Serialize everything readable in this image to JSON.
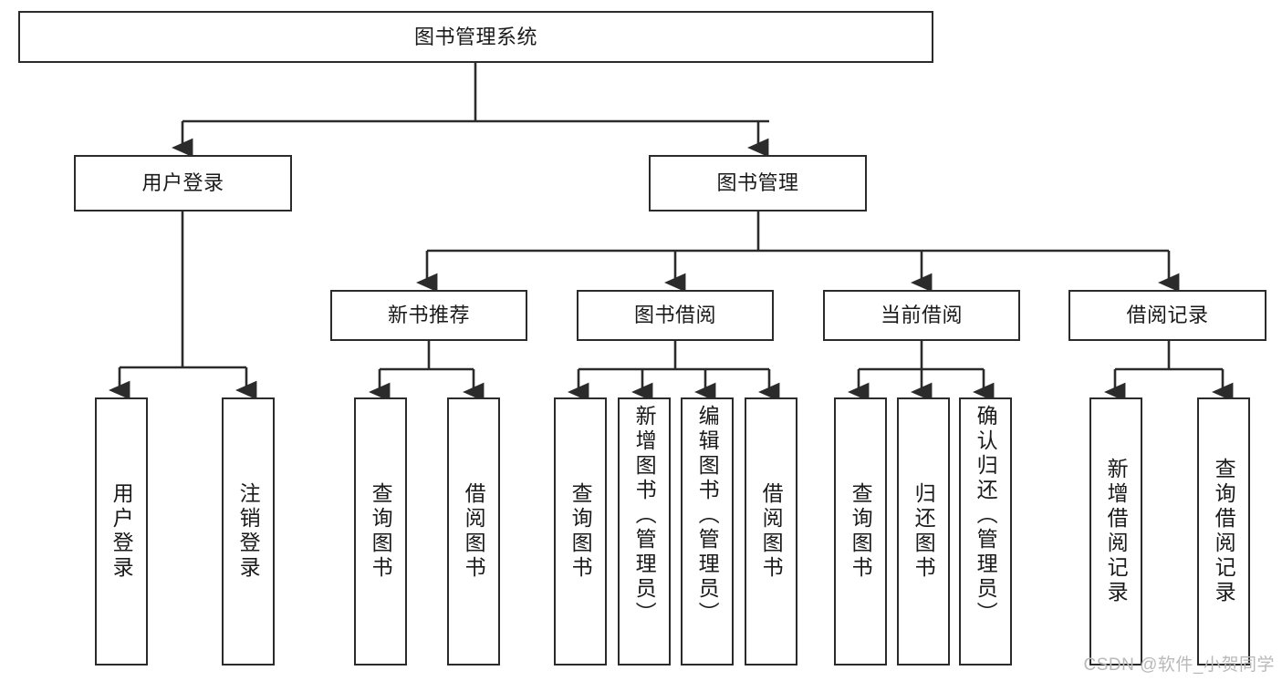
{
  "diagram": {
    "type": "tree",
    "title": "图书管理系统",
    "watermark": "CSDN @软件_小贺同学",
    "colors": {
      "box_border": "#2b2b2b",
      "box_fill": "#ffffff",
      "connector": "#2b2b2b",
      "background": "#ffffff",
      "watermark": "#b9b9b9"
    },
    "nodes": {
      "root": {
        "label": "图书管理系统"
      },
      "level1": [
        {
          "label": "用户登录"
        },
        {
          "label": "图书管理"
        }
      ],
      "level2": [
        {
          "label": "新书推荐"
        },
        {
          "label": "图书借阅"
        },
        {
          "label": "当前借阅"
        },
        {
          "label": "借阅记录"
        }
      ],
      "leaves": {
        "user_login": [
          {
            "label": "用户登录"
          },
          {
            "label": "注销登录"
          }
        ],
        "new_book": [
          {
            "label": "查询图书"
          },
          {
            "label": "借阅图书"
          }
        ],
        "book_borrow": [
          {
            "label": "查询图书"
          },
          {
            "label": "新增图书（管理员）"
          },
          {
            "label": "编辑图书（管理员）"
          },
          {
            "label": "借阅图书"
          }
        ],
        "current_borrow": [
          {
            "label": "查询图书"
          },
          {
            "label": "归还图书"
          },
          {
            "label": "确认归还（管理员）"
          }
        ],
        "borrow_record": [
          {
            "label": "新增借阅记录"
          },
          {
            "label": "查询借阅记录"
          }
        ]
      }
    }
  }
}
